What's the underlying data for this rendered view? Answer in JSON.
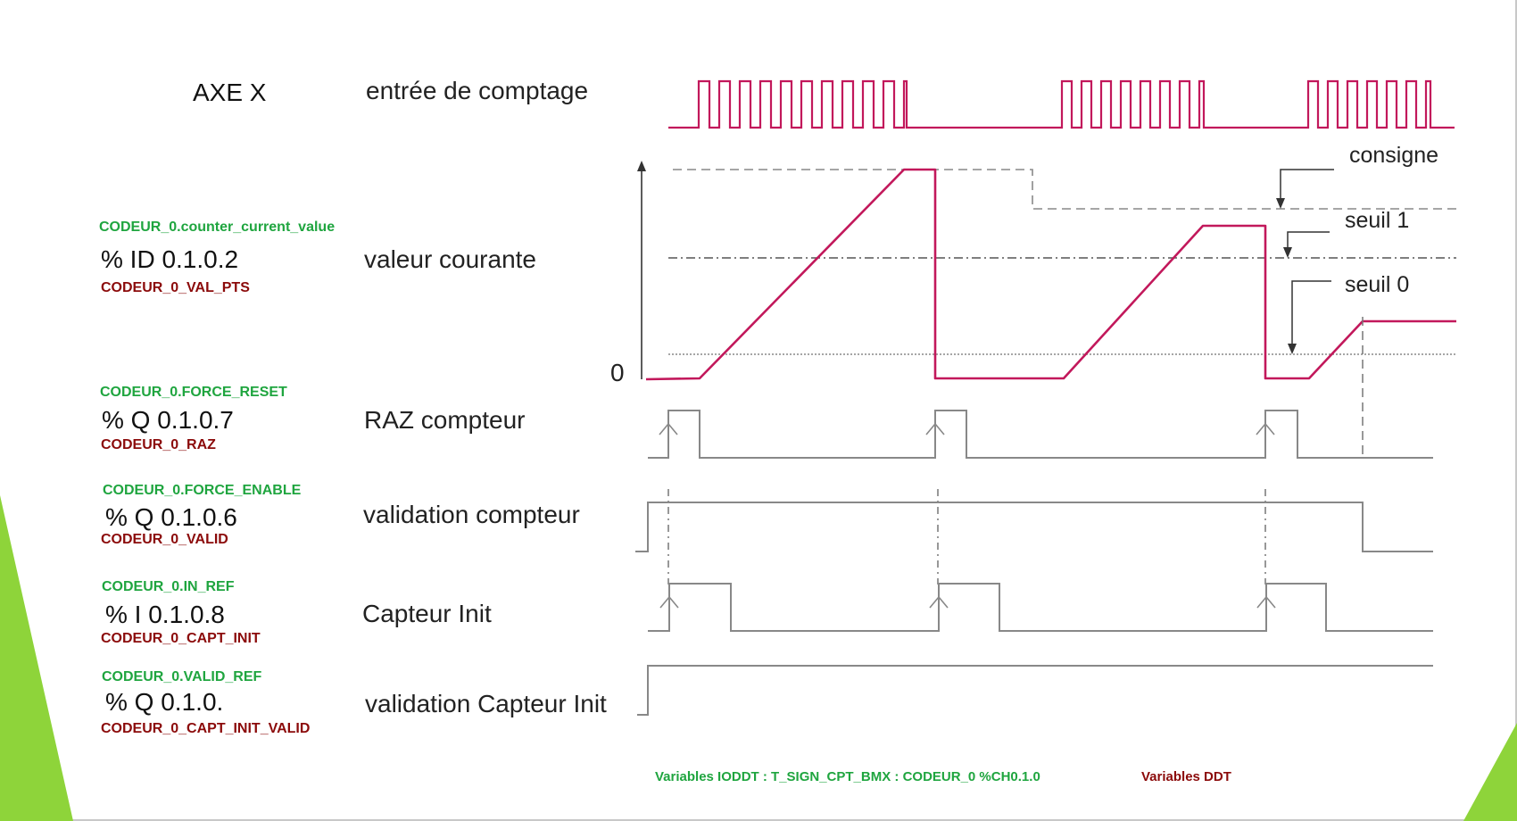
{
  "axis_title": "AXE X",
  "zero_label": "0",
  "annotations": {
    "consigne": "consigne",
    "seuil1": "seuil 1",
    "seuil0": "seuil 0"
  },
  "signals": [
    {
      "label": "entrée de comptage"
    },
    {
      "label": "valeur courante",
      "iodd_name": "CODEUR_0.counter_current_value",
      "address": "% ID 0.1.0.2",
      "ddt_name": "CODEUR_0_VAL_PTS"
    },
    {
      "label": "RAZ  compteur",
      "iodd_name": "CODEUR_0.FORCE_RESET",
      "address": "% Q 0.1.0.7",
      "ddt_name": "CODEUR_0_RAZ"
    },
    {
      "label": "validation  compteur",
      "iodd_name": "CODEUR_0.FORCE_ENABLE",
      "address": "% Q 0.1.0.6",
      "ddt_name": "CODEUR_0_VALID"
    },
    {
      "label": "Capteur Init",
      "iodd_name": "CODEUR_0.IN_REF",
      "address": "% I 0.1.0.8",
      "ddt_name": "CODEUR_0_CAPT_INIT"
    },
    {
      "label": "validation Capteur Init",
      "iodd_name": "CODEUR_0.VALID_REF",
      "address": "% Q 0.1.0.",
      "ddt_name": "CODEUR_0_CAPT_INIT_VALID"
    }
  ],
  "footer": {
    "iodd_text": "Variables IODDT :   T_SIGN_CPT_BMX :  CODEUR_0    %CH0.1.0",
    "ddt_text": "Variables DDT"
  },
  "colors": {
    "signal_red": "#c2185b",
    "trace_grey": "#8a8a8a",
    "iodd_green": "#1fa53f",
    "ddt_red": "#8b0a0a",
    "accent_green": "#8ed43a"
  }
}
